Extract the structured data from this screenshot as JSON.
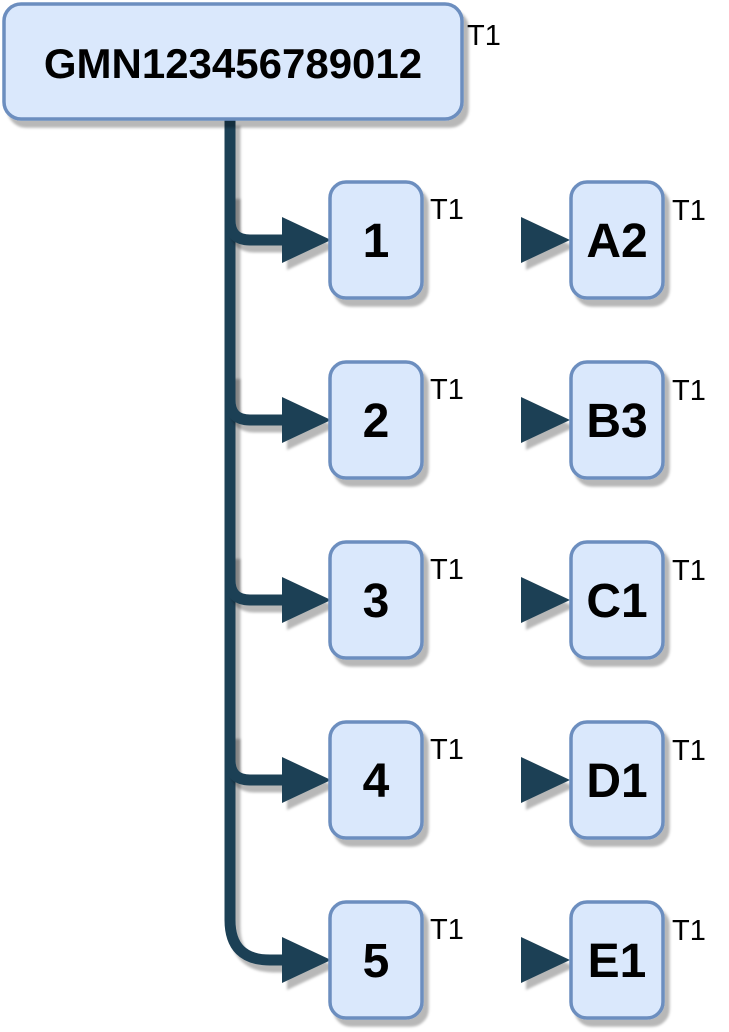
{
  "diagram": {
    "type": "hierarchy-tree",
    "root": {
      "label": "GMN123456789012",
      "tag": "T1"
    },
    "rows": [
      {
        "source": {
          "label": "1",
          "tag": "T1"
        },
        "target": {
          "label": "A2",
          "tag": "T1"
        }
      },
      {
        "source": {
          "label": "2",
          "tag": "T1"
        },
        "target": {
          "label": "B3",
          "tag": "T1"
        }
      },
      {
        "source": {
          "label": "3",
          "tag": "T1"
        },
        "target": {
          "label": "C1",
          "tag": "T1"
        }
      },
      {
        "source": {
          "label": "4",
          "tag": "T1"
        },
        "target": {
          "label": "D1",
          "tag": "T1"
        }
      },
      {
        "source": {
          "label": "5",
          "tag": "T1"
        },
        "target": {
          "label": "E1",
          "tag": "T1"
        }
      }
    ],
    "colors": {
      "node_fill": "#DAE8FC",
      "node_stroke": "#6C8EBF",
      "connector": "#1F4054",
      "text": "#000000",
      "background": "#FFFFFF"
    }
  }
}
